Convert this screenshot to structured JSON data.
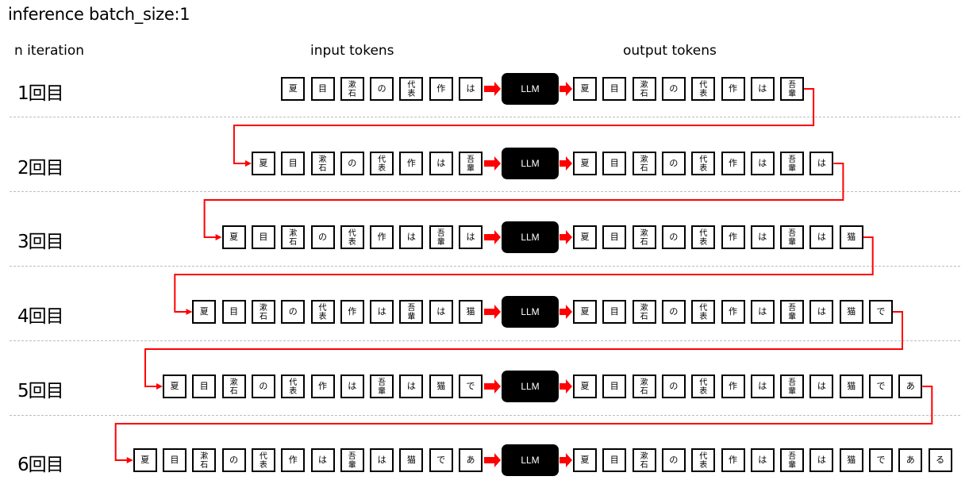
{
  "title": "inference batch_size:1",
  "headers": {
    "iteration": "n iteration",
    "input": "input tokens",
    "output": "output tokens"
  },
  "llm_label": "LLM",
  "colors": {
    "arrow": "#ff0000",
    "box_border": "#000000",
    "llm_fill": "#000000",
    "divider": "#bdbdbd"
  },
  "rows": [
    {
      "label": "1回目",
      "input": [
        "夏",
        "目",
        "漱石",
        "の",
        "代表",
        "作",
        "は"
      ],
      "output": [
        "夏",
        "目",
        "漱石",
        "の",
        "代表",
        "作",
        "は",
        "吾輩"
      ]
    },
    {
      "label": "2回目",
      "input": [
        "夏",
        "目",
        "漱石",
        "の",
        "代表",
        "作",
        "は",
        "吾輩"
      ],
      "output": [
        "夏",
        "目",
        "漱石",
        "の",
        "代表",
        "作",
        "は",
        "吾輩",
        "は"
      ]
    },
    {
      "label": "3回目",
      "input": [
        "夏",
        "目",
        "漱石",
        "の",
        "代表",
        "作",
        "は",
        "吾輩",
        "は"
      ],
      "output": [
        "夏",
        "目",
        "漱石",
        "の",
        "代表",
        "作",
        "は",
        "吾輩",
        "は",
        "猫"
      ]
    },
    {
      "label": "4回目",
      "input": [
        "夏",
        "目",
        "漱石",
        "の",
        "代表",
        "作",
        "は",
        "吾輩",
        "は",
        "猫"
      ],
      "output": [
        "夏",
        "目",
        "漱石",
        "の",
        "代表",
        "作",
        "は",
        "吾輩",
        "は",
        "猫",
        "で"
      ]
    },
    {
      "label": "5回目",
      "input": [
        "夏",
        "目",
        "漱石",
        "の",
        "代表",
        "作",
        "は",
        "吾輩",
        "は",
        "猫",
        "で"
      ],
      "output": [
        "夏",
        "目",
        "漱石",
        "の",
        "代表",
        "作",
        "は",
        "吾輩",
        "は",
        "猫",
        "で",
        "あ"
      ]
    },
    {
      "label": "6回目",
      "input": [
        "夏",
        "目",
        "漱石",
        "の",
        "代表",
        "作",
        "は",
        "吾輩",
        "は",
        "猫",
        "で",
        "あ"
      ],
      "output": [
        "夏",
        "目",
        "漱石",
        "の",
        "代表",
        "作",
        "は",
        "吾輩",
        "は",
        "猫",
        "で",
        "あ",
        "る"
      ]
    }
  ]
}
